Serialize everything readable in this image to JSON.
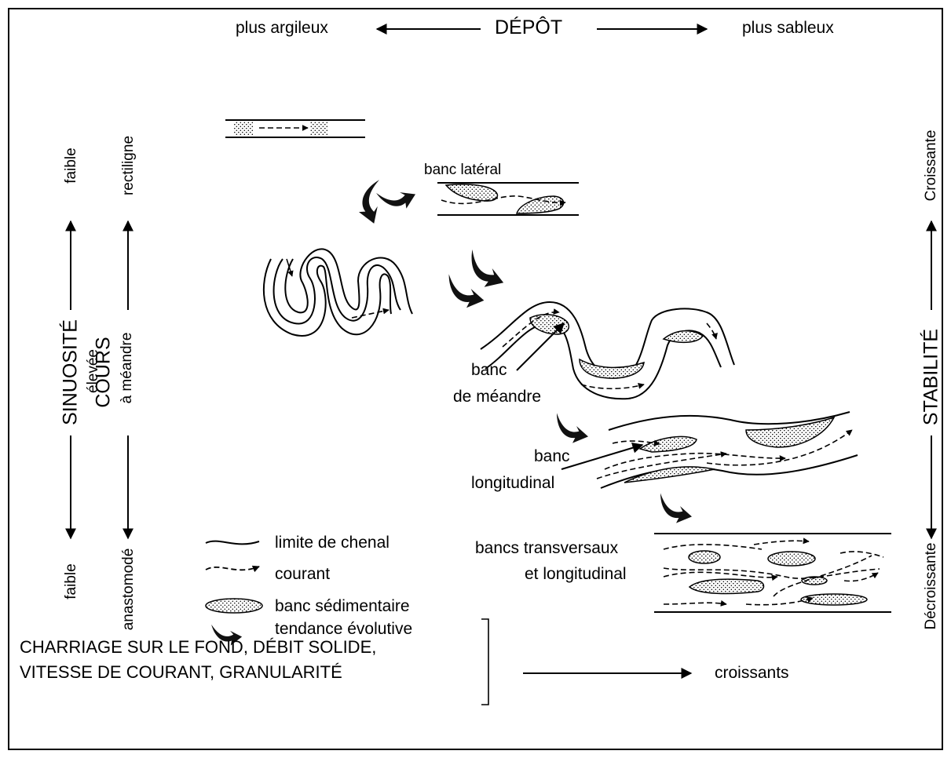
{
  "header": {
    "left": "plus argileux",
    "center": "DÉPÔT",
    "right": "plus sableux"
  },
  "left_axes": {
    "sinuosity": {
      "title": "SINUOSITÉ",
      "top": "faible",
      "middle": "élevée",
      "bottom": "faible"
    },
    "course": {
      "title": "COURS",
      "top": "rectiligne",
      "middle": "à méandre",
      "bottom": "anastomodé"
    }
  },
  "right_axis": {
    "title": "STABILITÉ",
    "top": "Croissante",
    "bottom": "Décroissante"
  },
  "labels": {
    "lateral_bar": "banc latéral",
    "meander_bar_1": "banc",
    "meander_bar_2": "de méandre",
    "longitudinal_bar_1": "banc",
    "longitudinal_bar_2": "longitudinal",
    "transverse_bars_1": "bancs transversaux",
    "transverse_bars_2": "et longitudinal"
  },
  "legend": {
    "channel_limit": "limite de chenal",
    "current": "courant",
    "sediment_bar": "banc sédimentaire",
    "trend": "tendance évolutive"
  },
  "footer": {
    "line1": "CHARRIAGE SUR LE FOND, DÉBIT SOLIDE,",
    "line2": "VITESSE DE COURANT, GRANULARITÉ",
    "result": "croissants"
  }
}
